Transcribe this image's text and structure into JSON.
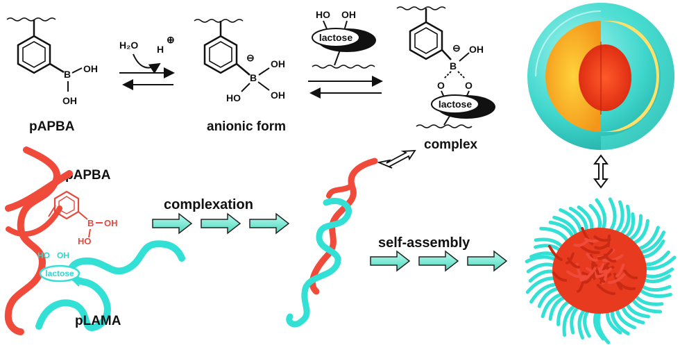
{
  "labels": {
    "papba_top": "pAPBA",
    "anionic": "anionic form",
    "complex": "complex",
    "papba_chain": "pAPBA",
    "plama_chain": "pLAMA",
    "complexation": "complexation",
    "self_assembly": "self-assembly"
  },
  "chem": {
    "water": "H₂O",
    "proton": "H",
    "proton_charge": "⊕",
    "oh": "OH",
    "ho": "HO",
    "b": "B",
    "o": "O",
    "minus": "⊖",
    "lactose": "lactose"
  },
  "colors": {
    "red_chain": "#f04a3a",
    "cyan_chain": "#33e0d6",
    "arrow_fill": "#7ff0d8",
    "core_red": "#e83a1e",
    "shell_orange": "#f5a81e",
    "corona_cyan": "#3fd4c8"
  }
}
